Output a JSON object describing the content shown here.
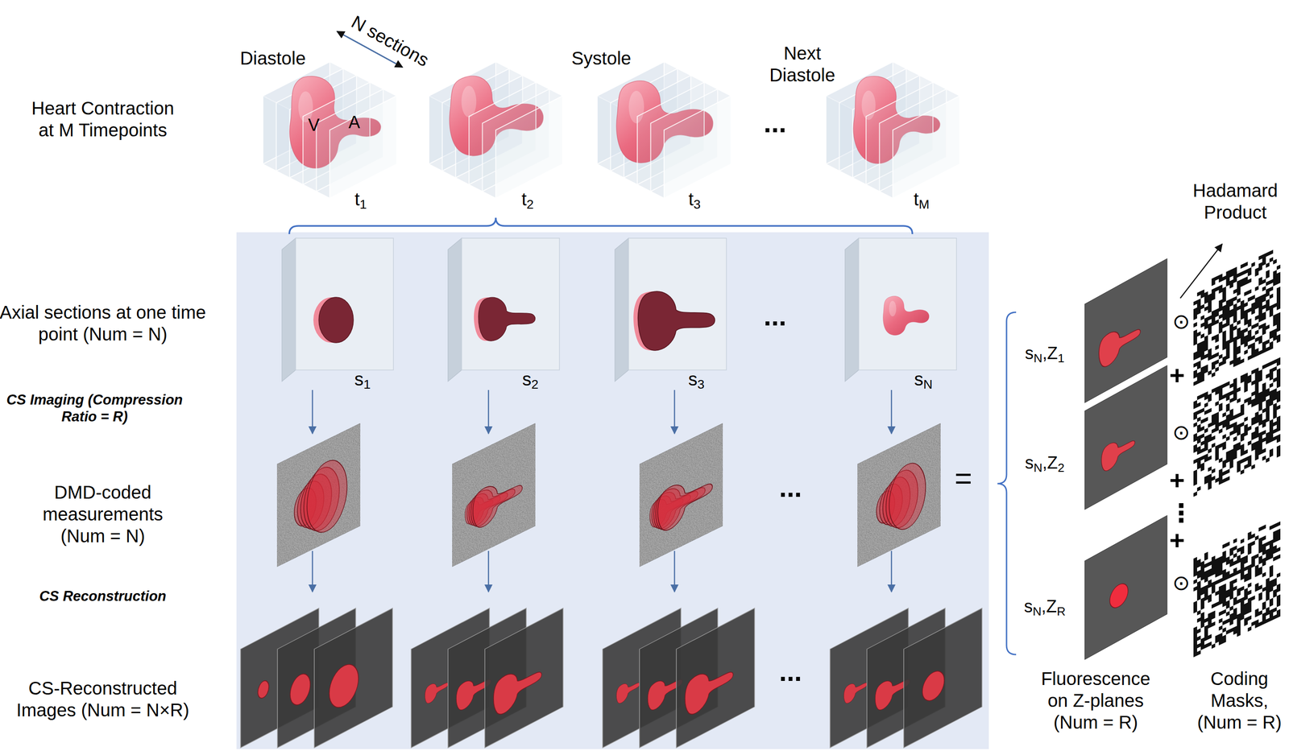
{
  "diagram": {
    "labels": [
      "Diastole",
      "N sections",
      "Systole",
      "Next Diastole",
      "Heart Contraction at M Timepoints",
      "V",
      "A",
      "...",
      "t1",
      "t2",
      "t3",
      "tM",
      "Hadamard Product",
      "Axial sections at one time point (Num = N)",
      "...",
      "s1",
      "s2",
      "s3",
      "sN",
      "CS Imaging (Compression Ratio = R)",
      "DMD-coded measurements (Num = N)",
      "...",
      "=",
      "sN,Z1",
      "⊙",
      "+",
      "sN,Z2",
      "⊙",
      "+",
      "⋮",
      "+",
      "sN,ZR",
      "⊙",
      "CS Reconstruction",
      "CS-Reconstructed Images (Num = N×R)",
      "...",
      "Fluorescence on Z-planes (Num = R)",
      "Coding Masks, (Num = R)"
    ]
  }
}
